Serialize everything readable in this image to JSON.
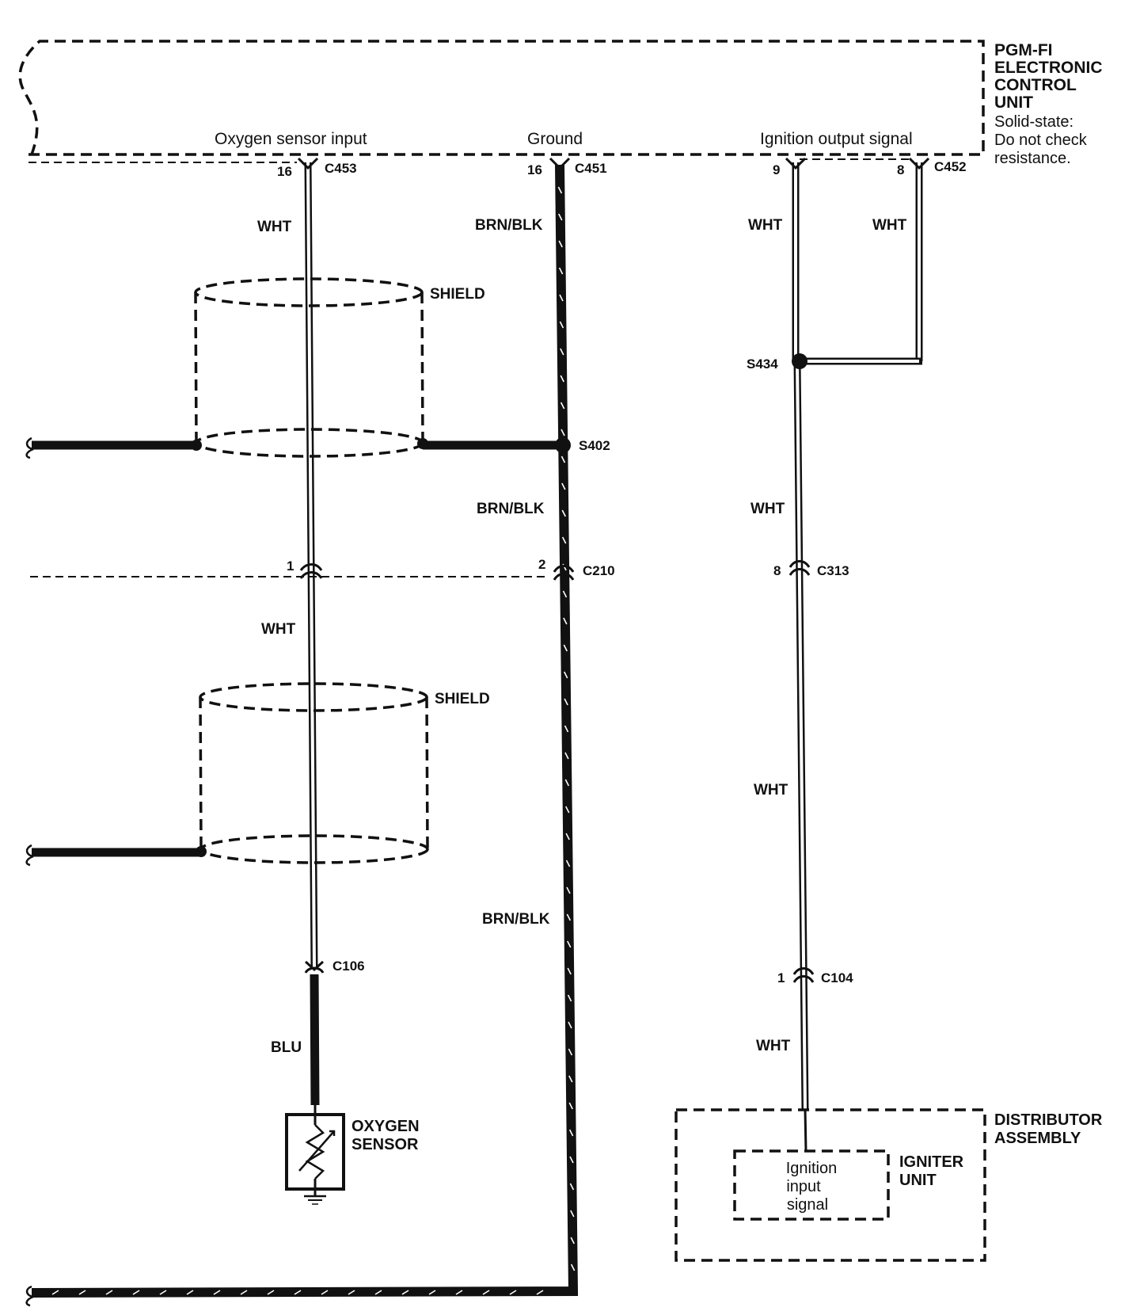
{
  "ecu": {
    "title_line1": "PGM-FI",
    "title_line2": "ELECTRONIC",
    "title_line3": "CONTROL",
    "title_line4": "UNIT",
    "note_line1": "Solid-state:",
    "note_line2": "Do not check",
    "note_line3": "resistance.",
    "pins": {
      "oxygen_label": "Oxygen sensor input",
      "ground_label": "Ground",
      "ignition_label": "Ignition output signal"
    }
  },
  "connectors": {
    "c453": "C453",
    "c453_pin": "16",
    "c451": "C451",
    "c451_pin": "16",
    "c452": "C452",
    "c452_pin_a": "9",
    "c452_pin_b": "8",
    "c210": "C210",
    "c210_pin_a": "1",
    "c210_pin_b": "2",
    "c313": "C313",
    "c313_pin": "8",
    "c106": "C106",
    "c104": "C104",
    "c104_pin": "1"
  },
  "splices": {
    "s402": "S402",
    "s434": "S434"
  },
  "wires": {
    "wht": "WHT",
    "brn_blk": "BRN/BLK",
    "blu": "BLU",
    "shield": "SHIELD"
  },
  "components": {
    "oxygen_sensor_line1": "OXYGEN",
    "oxygen_sensor_line2": "SENSOR",
    "distributor_line1": "DISTRIBUTOR",
    "distributor_line2": "ASSEMBLY",
    "igniter_line1": "IGNITER",
    "igniter_line2": "UNIT",
    "igniter_input_line1": "Ignition",
    "igniter_input_line2": "input",
    "igniter_input_line3": "signal"
  }
}
